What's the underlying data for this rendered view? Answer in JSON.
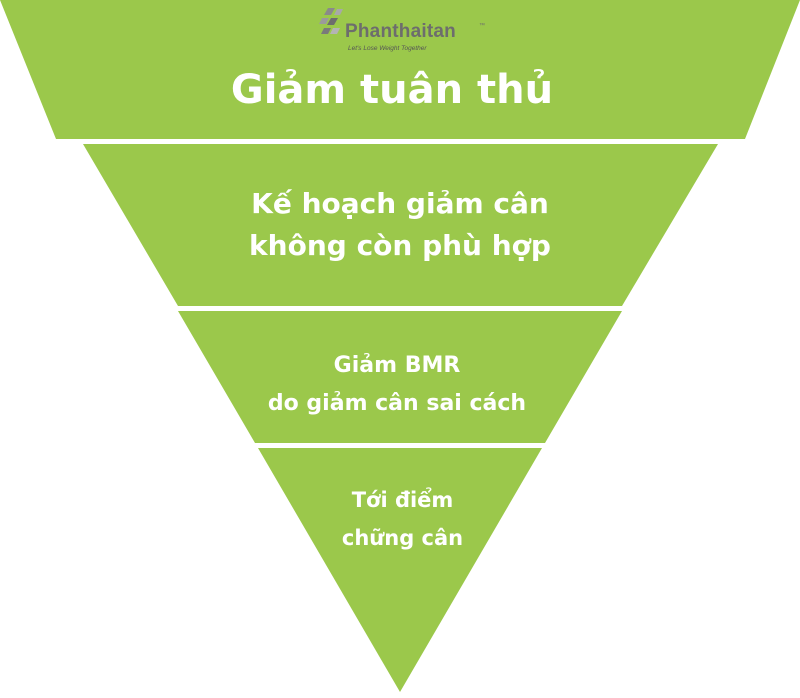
{
  "logo": {
    "name": "Phanthaitan",
    "trademark": "™",
    "slogan": "Let's Lose Weight Together"
  },
  "tiers": [
    {
      "lines": [
        "Giảm tuân thủ"
      ]
    },
    {
      "lines": [
        "Kế hoạch giảm cân",
        "không còn phù hợp"
      ]
    },
    {
      "lines": [
        "Giảm BMR",
        "do giảm cân sai cách"
      ]
    },
    {
      "lines": [
        "Tới điểm",
        "chững cân"
      ]
    }
  ],
  "colors": {
    "fill": "#9bc84b",
    "text": "#ffffff",
    "separator": "#ffffff"
  }
}
